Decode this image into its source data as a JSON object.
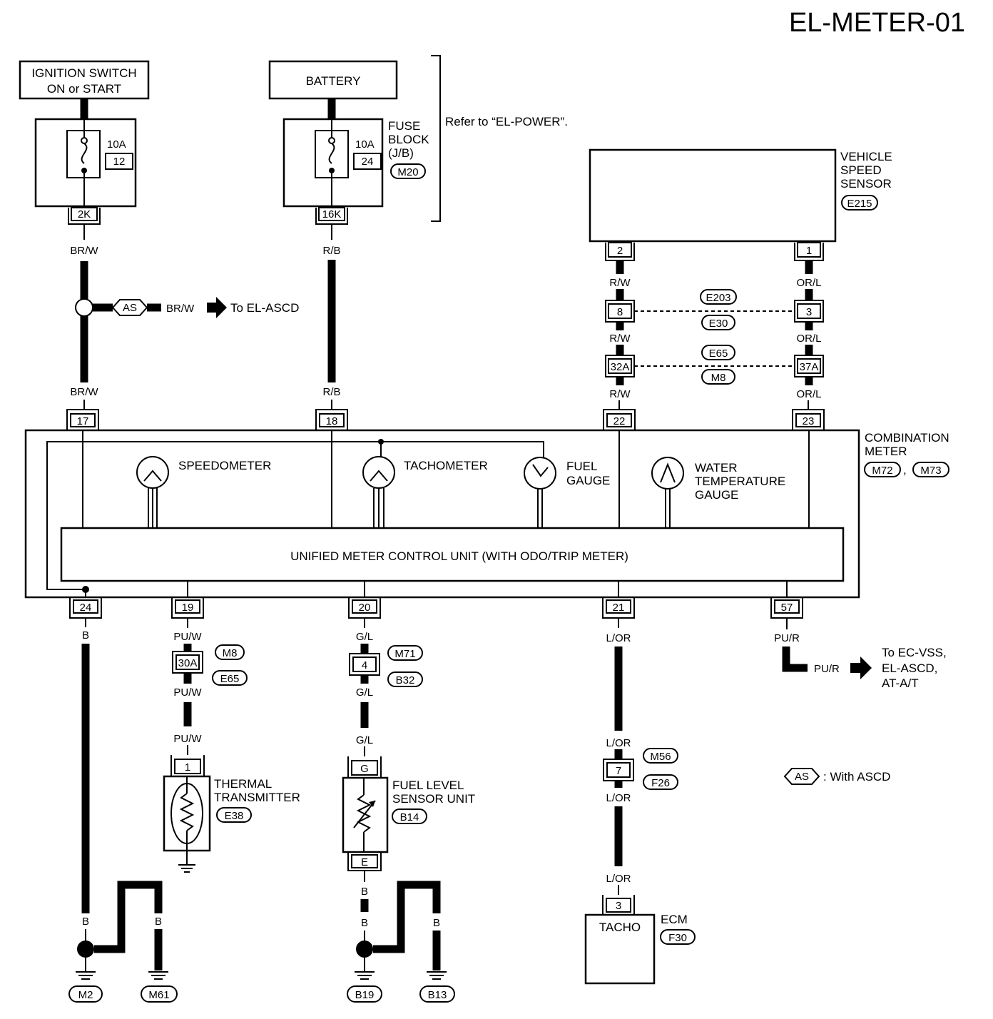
{
  "title": "EL-METER-01",
  "top": {
    "ignition_line1": "IGNITION SWITCH",
    "ignition_line2": "ON or START",
    "battery": "BATTERY",
    "fuse1_amp": "10A",
    "fuse1_num": "12",
    "fuse2_amp": "10A",
    "fuse2_num": "24",
    "fuse_block_line1": "FUSE",
    "fuse_block_line2": "BLOCK",
    "fuse_block_line3": "(J/B)",
    "fuse_block_conn": "M20",
    "refer": "Refer to “EL-POWER”.",
    "conn_2k": "2K",
    "conn_16k": "16K"
  },
  "asd": {
    "as_tag": "AS",
    "wire": "BR/W",
    "to": "To EL-ASCD"
  },
  "vss": {
    "line1": "VEHICLE",
    "line2": "SPEED",
    "line3": "SENSOR",
    "conn": "E215",
    "pin_a": "2",
    "pin_b": "1"
  },
  "wires": {
    "brw": "BR/W",
    "rb": "R/B",
    "rw": "R/W",
    "orl": "OR/L",
    "b": "B",
    "puw": "PU/W",
    "gl": "G/L",
    "lor": "L/OR",
    "pur": "PU/R"
  },
  "connectors": {
    "pin8": "8",
    "pin3": "3",
    "pin32a": "32A",
    "pin37a": "37A",
    "e203": "E203",
    "e30": "E30",
    "e65": "E65",
    "m8": "M8"
  },
  "meter": {
    "pins_top": [
      "17",
      "18",
      "22",
      "23"
    ],
    "pins_bottom": [
      "24",
      "19",
      "20",
      "21",
      "57"
    ],
    "combo_line1": "COMBINATION",
    "combo_line2": "METER",
    "combo_conn1": "M72",
    "combo_comma": ",",
    "combo_conn2": "M73",
    "speedometer": "SPEEDOMETER",
    "tachometer": "TACHOMETER",
    "fuel_line1": "FUEL",
    "fuel_line2": "GAUGE",
    "water_line1": "WATER",
    "water_line2": "TEMPERATURE",
    "water_line3": "GAUGE",
    "unit": "UNIFIED METER CONTROL UNIT (WITH ODO/TRIP METER)"
  },
  "lower": {
    "m8_tag": "M8",
    "pin30a": "30A",
    "e65_tag": "E65",
    "m71": "M71",
    "pin4": "4",
    "b32": "B32",
    "thermal_line1": "THERMAL",
    "thermal_line2": "TRANSMITTER",
    "thermal_conn": "E38",
    "thermal_pin": "1",
    "fuel_line1": "FUEL LEVEL",
    "fuel_line2": "SENSOR UNIT",
    "fuel_conn": "B14",
    "fuel_pin_g": "G",
    "fuel_pin_e": "E",
    "m56": "M56",
    "pin7": "7",
    "f26": "F26",
    "ecm_pin": "3",
    "tacho": "TACHO",
    "ecm": "ECM",
    "ecm_conn": "F30",
    "to_line1": "To EC-VSS,",
    "to_line2": "EL-ASCD,",
    "to_line3": "AT-A/T",
    "legend_tag": "AS",
    "legend_text": ": With ASCD"
  },
  "grounds": [
    "M2",
    "M61",
    "B19",
    "B13"
  ]
}
